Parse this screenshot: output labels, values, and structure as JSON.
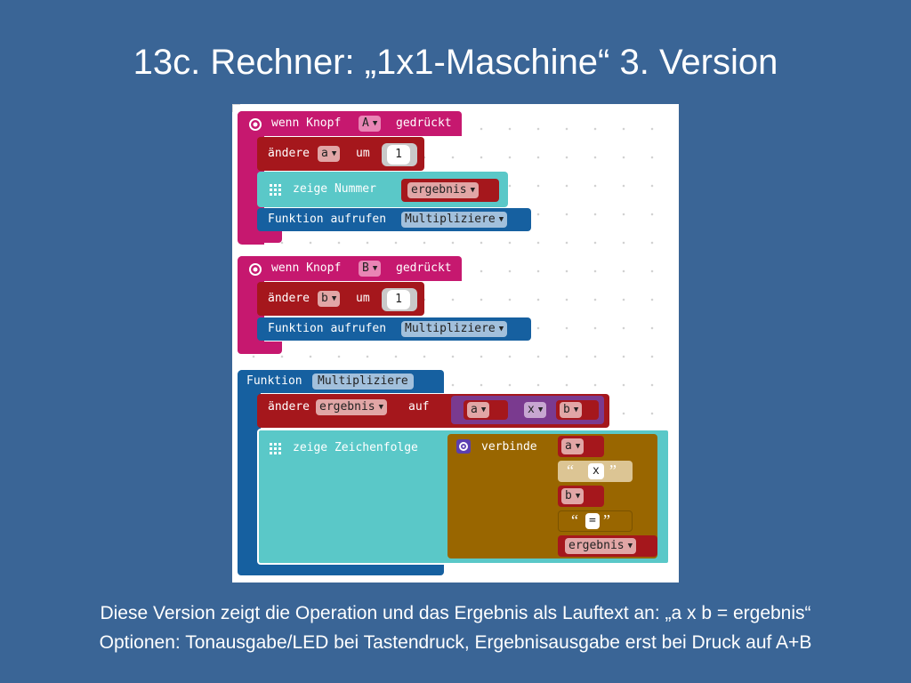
{
  "slide": {
    "title": "13c. Rechner: „1x1-Maschine“ 3. Version",
    "caption_line1": "Diese Version zeigt die Operation und das Ergebnis als Lauftext an: „a x b = ergebnis“",
    "caption_line2": "Optionen: Tonausgabe/LED bei Tastendruck, Ergebnisausgabe erst bei Druck auf A+B"
  },
  "block1": {
    "event_prefix": "wenn Knopf",
    "button": "A",
    "event_suffix": "gedrückt",
    "change_label": "ändere",
    "change_var": "a",
    "change_by": "um",
    "change_value": "1",
    "show_label": "zeige Nummer",
    "show_var": "ergebnis",
    "call_label": "Funktion aufrufen",
    "call_name": "Multipliziere"
  },
  "block2": {
    "event_prefix": "wenn Knopf",
    "button": "B",
    "event_suffix": "gedrückt",
    "change_label": "ändere",
    "change_var": "b",
    "change_by": "um",
    "change_value": "1",
    "call_label": "Funktion aufrufen",
    "call_name": "Multipliziere"
  },
  "block3": {
    "func_label": "Funktion",
    "func_name": "Multipliziere",
    "change_label": "ändere",
    "change_var": "ergebnis",
    "change_to": "auf",
    "op_left": "a",
    "op": "x",
    "op_right": "b",
    "show_label": "zeige Zeichenfolge",
    "join_label": "verbinde",
    "join_items": [
      "a",
      "x",
      "b",
      "=",
      "ergebnis"
    ]
  },
  "colors": {
    "event": "#c6186f",
    "variables": "#a5171c",
    "led": "#5ac8c8",
    "functions": "#1660a0",
    "math": "#7a3a8f",
    "text": "#996600",
    "text_literal": "#dcc594"
  },
  "icons": {
    "event": "radio-target-icon",
    "led": "grid-icon",
    "join": "gear-icon",
    "dropdown": "triangle-down-icon"
  }
}
